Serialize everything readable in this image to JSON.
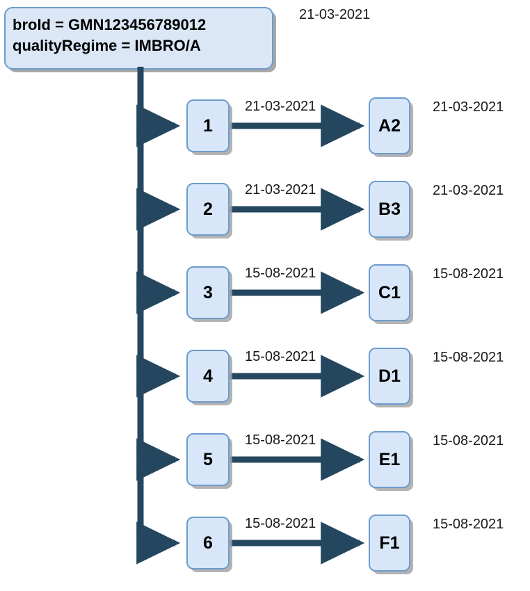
{
  "diagram": {
    "title_line1": "broId = GMN123456789012",
    "title_line2": "qualityRegime = IMBRO/A",
    "root_date": "21-03-2021",
    "colors": {
      "box_fill": "#d7e6f8",
      "box_border": "#6e9ccd",
      "root_fill": "#dbe7f6",
      "connector": "#24475f",
      "shadow": "#a0a0a0",
      "text": "#000000"
    },
    "rows": [
      {
        "source_label": "1",
        "edge_label": "21-03-2021",
        "target_label": "A2",
        "row_date": "21-03-2021"
      },
      {
        "source_label": "2",
        "edge_label": "21-03-2021",
        "target_label": "B3",
        "row_date": "21-03-2021"
      },
      {
        "source_label": "3",
        "edge_label": "15-08-2021",
        "target_label": "C1",
        "row_date": "15-08-2021"
      },
      {
        "source_label": "4",
        "edge_label": "15-08-2021",
        "target_label": "D1",
        "row_date": "15-08-2021"
      },
      {
        "source_label": "5",
        "edge_label": "15-08-2021",
        "target_label": "E1",
        "row_date": "15-08-2021"
      },
      {
        "source_label": "6",
        "edge_label": "15-08-2021",
        "target_label": "F1",
        "row_date": "15-08-2021"
      }
    ]
  }
}
